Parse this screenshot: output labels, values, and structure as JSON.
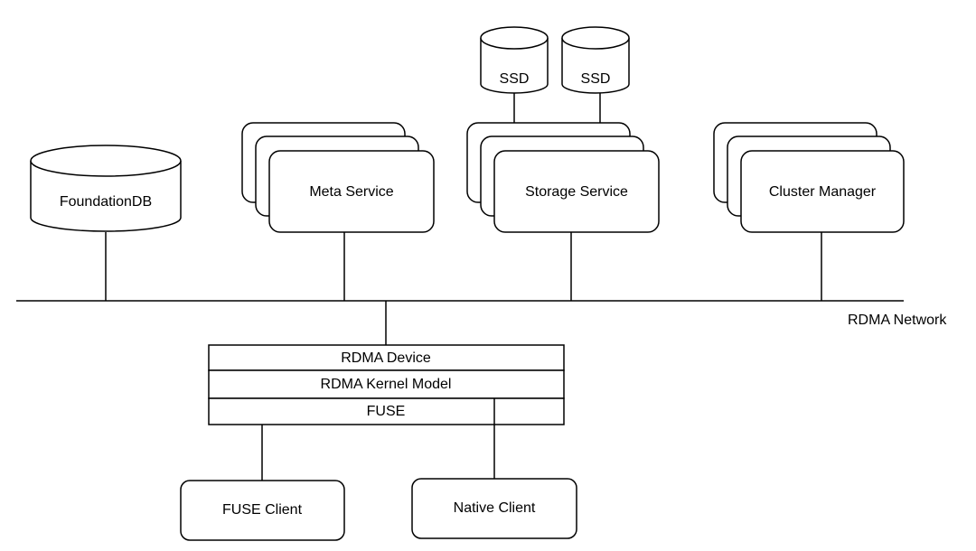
{
  "nodes": {
    "foundationdb": "FoundationDB",
    "meta_service": "Meta Service",
    "storage_service": "Storage Service",
    "cluster_manager": "Cluster Manager",
    "ssd_1": "SSD",
    "ssd_2": "SSD",
    "rdma_network": "RDMA Network",
    "rdma_device": "RDMA Device",
    "rdma_kernel_model": "RDMA Kernel Model",
    "fuse": "FUSE",
    "fuse_client": "FUSE Client",
    "native_client": "Native Client"
  },
  "colors": {
    "stroke": "#000000",
    "fill": "#ffffff",
    "text": "#000000"
  }
}
